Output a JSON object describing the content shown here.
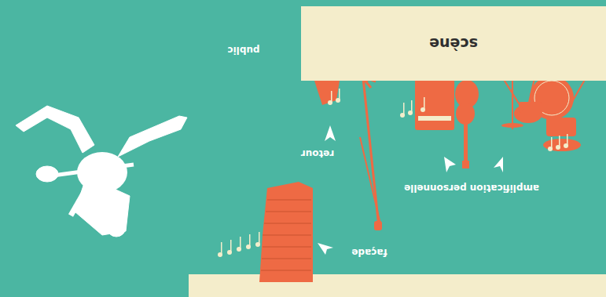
{
  "diagram": {
    "nodes": [
      {
        "text": [
          "scène"
        ]
      }
    ],
    "labels": [
      "public",
      "retour",
      "amplification personnelle",
      "façade"
    ]
  }
}
